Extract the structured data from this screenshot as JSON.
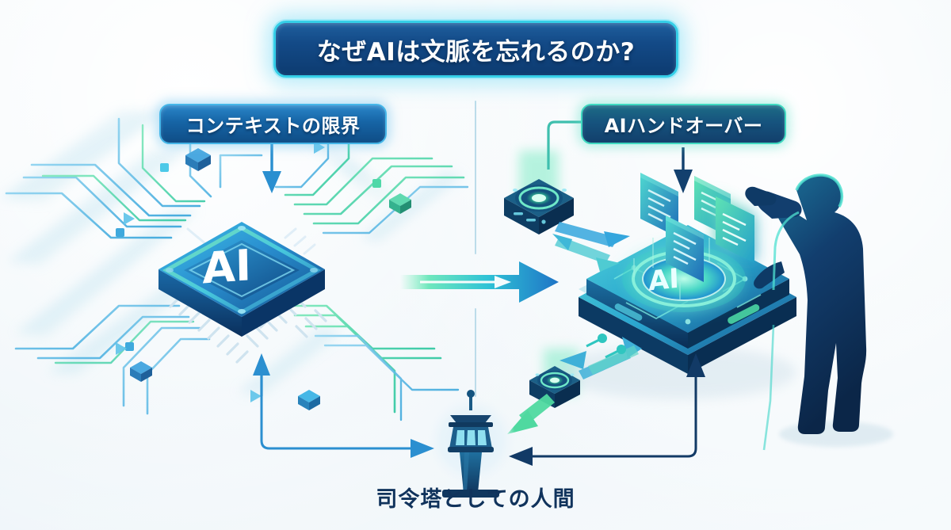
{
  "meta": {
    "kind": "japanese-infographic",
    "background_color": "#f2f7fa",
    "accent_blue": "#1664a5",
    "accent_cyan": "#35cfe8",
    "accent_teal": "#3fd9c0",
    "accent_green": "#4fdc96",
    "dark_navy": "#0d3b70"
  },
  "title": {
    "text": "なぜAIは文脈を忘れるのか?",
    "badge_fill": "#134a87",
    "badge_border": "#35cfe8"
  },
  "labels": {
    "left": {
      "text": "コンテキストの限界",
      "badge_fill": "#1664a5",
      "badge_border": "#45b6e8"
    },
    "right": {
      "text": "AIハンドオーバー",
      "badge_fill": "#16537e",
      "badge_border": "#3fd9c0"
    }
  },
  "caption": {
    "text": "司令塔としての人間",
    "color": "#10335c"
  },
  "left_scene": {
    "name": "ai-chip",
    "chip_text": "AI",
    "description": "isometric processor chip with radiating circuit traces"
  },
  "right_scene": {
    "name": "ai-handover-platform",
    "platform_text": "AI",
    "documents": 4,
    "nodes": 2,
    "person": "human-silhouette"
  },
  "center_icon": {
    "name": "control-tower",
    "label": "司令塔としての人間"
  },
  "connectors": {
    "main_arrow": "left-to-right",
    "divider": "vertical"
  }
}
